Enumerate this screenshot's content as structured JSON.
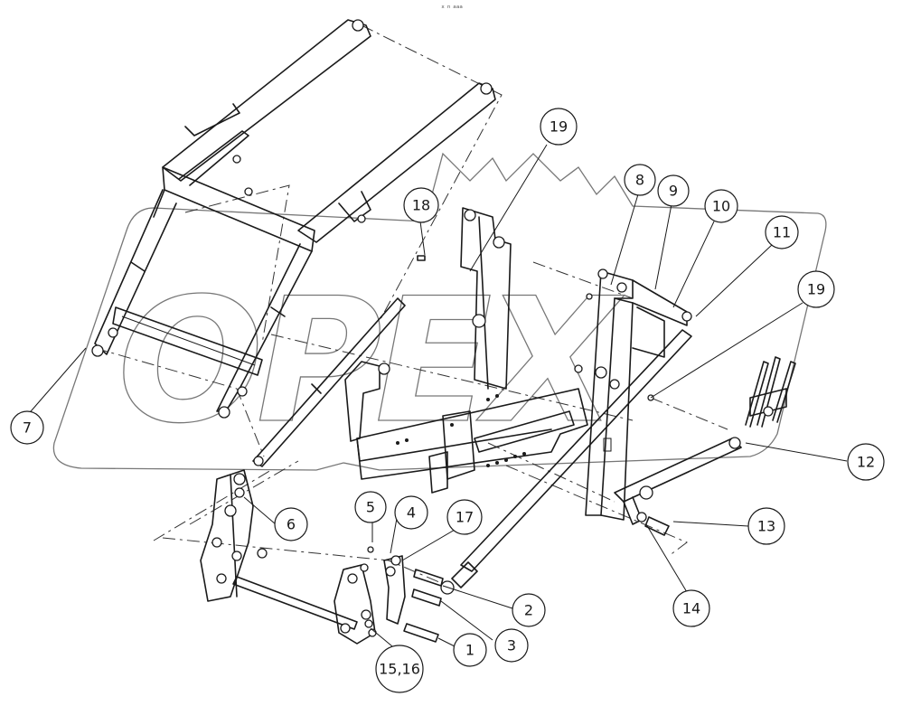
{
  "watermark": {
    "text": "OPEX"
  },
  "top_mark": "ˣ ⁿ ᵃᵃᵃ",
  "callouts": [
    {
      "id": "c1",
      "label": "1"
    },
    {
      "id": "c2",
      "label": "2"
    },
    {
      "id": "c3",
      "label": "3"
    },
    {
      "id": "c4",
      "label": "4"
    },
    {
      "id": "c5",
      "label": "5"
    },
    {
      "id": "c6",
      "label": "6"
    },
    {
      "id": "c7",
      "label": "7"
    },
    {
      "id": "c8",
      "label": "8"
    },
    {
      "id": "c9",
      "label": "9"
    },
    {
      "id": "c10",
      "label": "10"
    },
    {
      "id": "c11",
      "label": "11"
    },
    {
      "id": "c12",
      "label": "12"
    },
    {
      "id": "c13",
      "label": "13"
    },
    {
      "id": "c14",
      "label": "14"
    },
    {
      "id": "c15",
      "label": "15,16"
    },
    {
      "id": "c17",
      "label": "17"
    },
    {
      "id": "c18",
      "label": "18"
    },
    {
      "id": "c19a",
      "label": "19"
    },
    {
      "id": "c19b",
      "label": "19"
    }
  ]
}
